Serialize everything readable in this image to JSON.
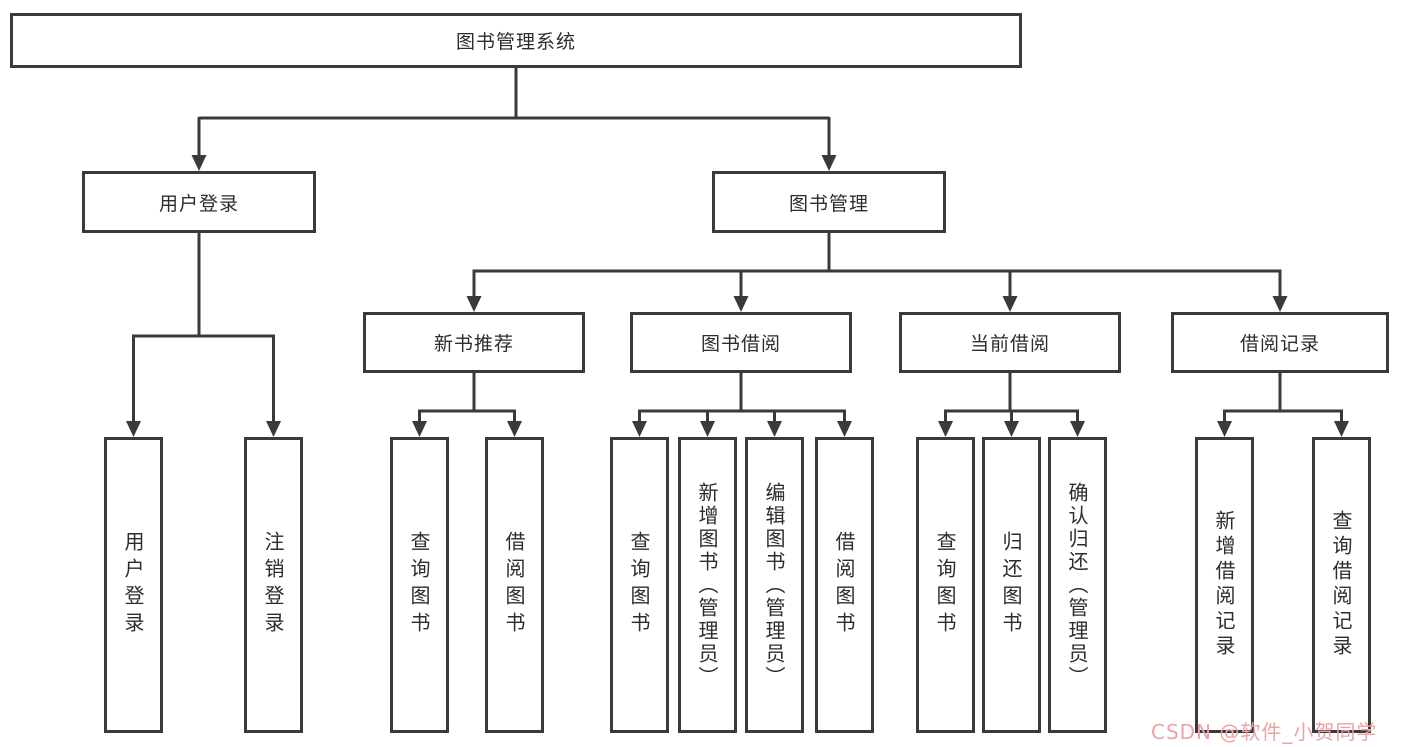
{
  "diagram": {
    "type": "tree",
    "title": "图书管理系统",
    "colors": {
      "line": "#3a3a3a",
      "box_border": "#3a3a3a",
      "box_fill": "#ffffff",
      "text": "#2d2d2d",
      "background": "#ffffff",
      "watermark": "#eda3a3"
    },
    "nodes": {
      "root": "图书管理系统",
      "user_login": "用户登录",
      "book_management": "图书管理",
      "new_book_recommend": "新书推荐",
      "book_borrow": "图书借阅",
      "current_borrow": "当前借阅",
      "borrow_record": "借阅记录",
      "leaf_user_login": "用户登录",
      "leaf_logout": "注销登录",
      "leaf_rec_query_book": "查询图书",
      "leaf_rec_borrow_book": "借阅图书",
      "leaf_bb_query_book": "查询图书",
      "leaf_bb_add_book_admin": "新增图书（管理员）",
      "leaf_bb_edit_book_admin": "编辑图书（管理员）",
      "leaf_bb_borrow_book": "借阅图书",
      "leaf_cb_query_book": "查询图书",
      "leaf_cb_return_book": "归还图书",
      "leaf_cb_confirm_return_admin": "确认归还（管理员）",
      "leaf_br_add_record": "新增借阅记录",
      "leaf_br_query_record": "查询借阅记录"
    },
    "structure": [
      {
        "parent": "图书管理系统",
        "children": [
          "用户登录",
          "图书管理"
        ]
      },
      {
        "parent": "用户登录",
        "children": [
          "用户登录",
          "注销登录"
        ]
      },
      {
        "parent": "图书管理",
        "children": [
          "新书推荐",
          "图书借阅",
          "当前借阅",
          "借阅记录"
        ]
      },
      {
        "parent": "新书推荐",
        "children": [
          "查询图书",
          "借阅图书"
        ]
      },
      {
        "parent": "图书借阅",
        "children": [
          "查询图书",
          "新增图书（管理员）",
          "编辑图书（管理员）",
          "借阅图书"
        ]
      },
      {
        "parent": "当前借阅",
        "children": [
          "查询图书",
          "归还图书",
          "确认归还（管理员）"
        ]
      },
      {
        "parent": "借阅记录",
        "children": [
          "新增借阅记录",
          "查询借阅记录"
        ]
      }
    ]
  },
  "watermark": {
    "text": "CSDN @软件_小贺同学"
  }
}
